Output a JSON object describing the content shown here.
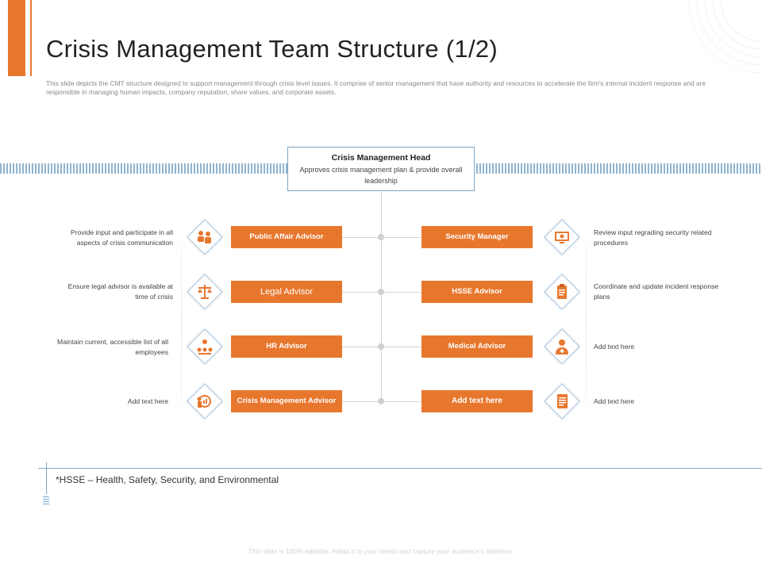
{
  "slide": {
    "title": "Crisis Management Team Structure (1/2)",
    "description": "This slide depicts the CMT structure designed to support management through crisis level issues. It comprise of senior management that have authority and resources to accelerate the firm's internal incident response and are responsible in managing human impacts, company reputation, share values, and corporate assets.",
    "footnote": "*HSSE – Health, Safety, Security, and Environmental",
    "bottom_note": "This slide is 100% editable. Adapt it to your needs and capture your audience's attention."
  },
  "colors": {
    "accent": "#e8772e",
    "line_blue": "#7aa6cc",
    "stripe_blue": "#8fb4d1"
  },
  "head": {
    "title": "Crisis Management Head",
    "description": "Approves crisis management plan & provide overall leadership"
  },
  "left_roles": [
    {
      "label": "Public Affair Advisor",
      "text": "Provide input and participate in all aspects of crisis communication",
      "icon": "people-group-icon"
    },
    {
      "label": "Legal Advisor",
      "text": "Ensure legal advisor is available at time of crisis",
      "icon": "scales-icon"
    },
    {
      "label": "HR Advisor",
      "text": "Maintain current, accessible list of all employees",
      "icon": "team-network-icon"
    },
    {
      "label": "Crisis Management Advisor",
      "text": "Add text here",
      "icon": "advisor-chart-icon"
    }
  ],
  "right_roles": [
    {
      "label": "Security Manager",
      "text": "Review input regrading security related procedures",
      "icon": "security-monitor-icon"
    },
    {
      "label": "HSSE Advisor",
      "text": "Coordinate and update incident response plans",
      "icon": "clipboard-icon"
    },
    {
      "label": "Medical Advisor",
      "text": "Add text here",
      "icon": "doctor-icon"
    },
    {
      "label": "Add text here",
      "text": "Add text here",
      "icon": "document-icon"
    }
  ]
}
